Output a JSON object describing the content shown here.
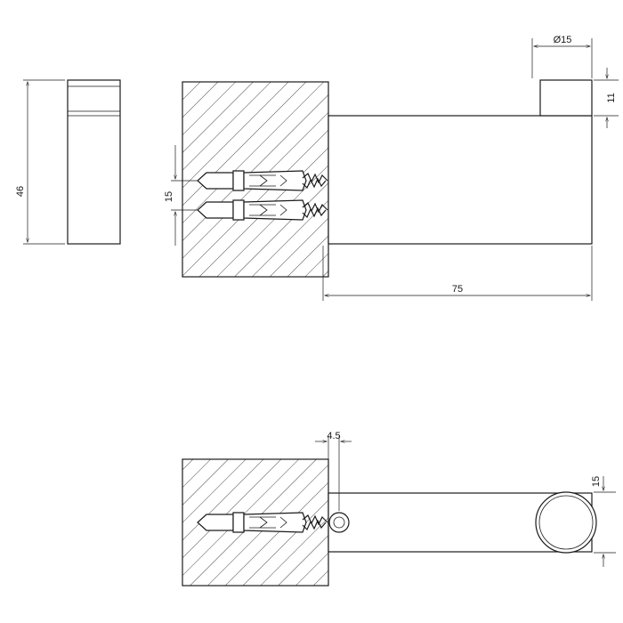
{
  "dimensions": {
    "height": "46",
    "cap_diameter": "Ø15",
    "cap_height": "11",
    "plug_spacing": "15",
    "length": "75",
    "wall_gap": "4.5",
    "end_diameter": "15"
  },
  "colors": {
    "line": "#1a1a1a",
    "background": "#ffffff"
  }
}
